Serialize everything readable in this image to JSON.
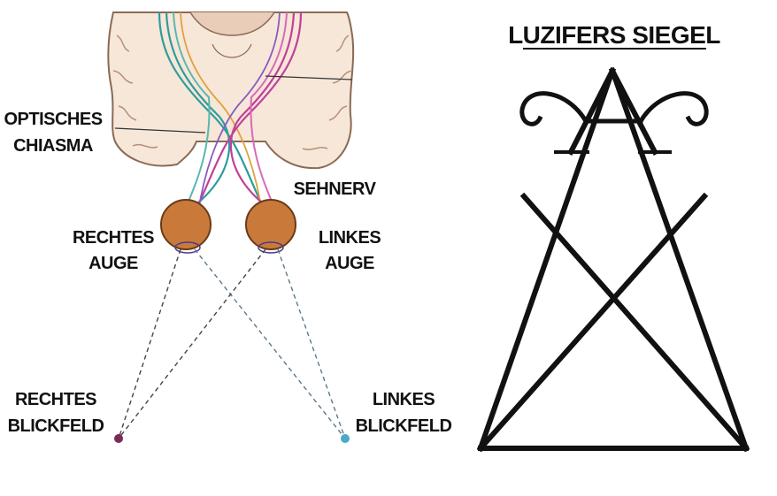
{
  "left_diagram": {
    "labels": {
      "optic_chiasm": [
        "OPTISCHES",
        "CHIASMA"
      ],
      "optic_nerve": "SEHNERV",
      "right_eye": [
        "RECHTES",
        "AUGE"
      ],
      "left_eye": [
        "LINKES",
        "AUGE"
      ],
      "right_field": [
        "RECHTES",
        "BLICKFELD"
      ],
      "left_field": [
        "LINKES",
        "BLICKFELD"
      ]
    },
    "colors": {
      "brain_fill": "#f7e7d8",
      "brain_outline": "#8a6a55",
      "eye_fill": "#c97a3a",
      "nerve_teal": "#2f9c9c",
      "nerve_magenta": "#c0409a",
      "right_field_dot": "#7a2a55",
      "left_field_dot": "#4aa8c8"
    }
  },
  "right_diagram": {
    "title": "LUZIFERS SIEGEL",
    "stroke_color": "#111111"
  }
}
